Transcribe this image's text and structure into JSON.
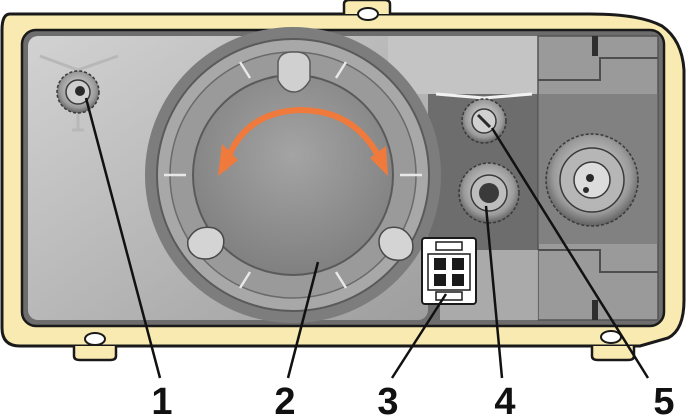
{
  "figure": {
    "colors": {
      "housing_fill": "#f8eab0",
      "housing_stroke": "#1a1a1a",
      "panel_dark": "#6d6d6d",
      "panel_mid": "#9a9a9a",
      "panel_light": "#c4c4c4",
      "dial_face": "#8e8e8e",
      "arrow": "#f07a3c",
      "leader": "#111111"
    },
    "callouts": [
      {
        "id": "1",
        "label": "1",
        "target": "left-adjustment-screw"
      },
      {
        "id": "2",
        "label": "2",
        "target": "rotary-control-knob"
      },
      {
        "id": "3",
        "label": "3",
        "target": "electrical-connector"
      },
      {
        "id": "4",
        "label": "4",
        "target": "pressure-test-port"
      },
      {
        "id": "5",
        "label": "5",
        "target": "right-adjustment-screw"
      }
    ]
  }
}
